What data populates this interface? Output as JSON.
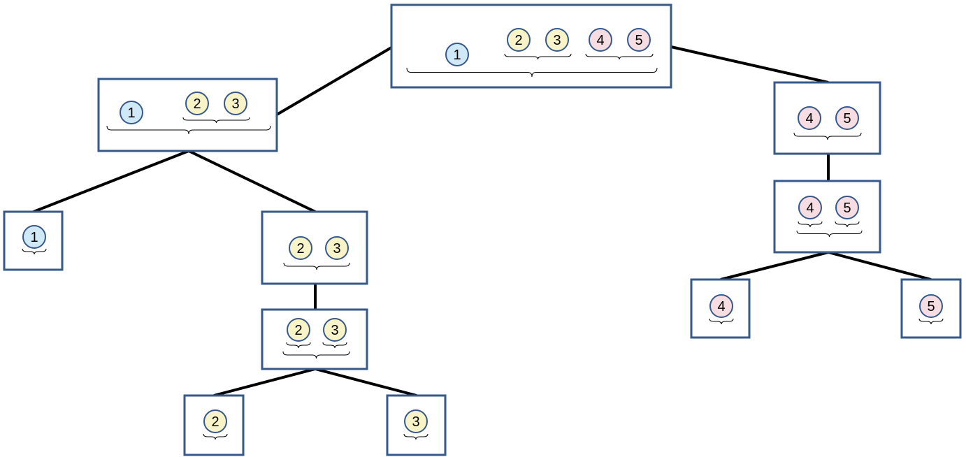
{
  "colors": {
    "box_stroke": "#36588a",
    "edge": "#000000",
    "group_a": "#cfe9f7",
    "group_b": "#f9f4c8",
    "group_c": "#f5dde1"
  },
  "leaves": [
    {
      "label": "1",
      "group": "group_a"
    },
    {
      "label": "2",
      "group": "group_b"
    },
    {
      "label": "3",
      "group": "group_b"
    },
    {
      "label": "4",
      "group": "group_c"
    },
    {
      "label": "5",
      "group": "group_c"
    }
  ],
  "nodes": [
    {
      "id": "root",
      "leaves": [
        0,
        1,
        2,
        3,
        4
      ]
    },
    {
      "id": "n123",
      "leaves": [
        0,
        1,
        2
      ]
    },
    {
      "id": "n45",
      "leaves": [
        3,
        4
      ]
    },
    {
      "id": "n1",
      "leaves": [
        0
      ]
    },
    {
      "id": "n23",
      "leaves": [
        1,
        2
      ]
    },
    {
      "id": "n45b",
      "leaves": [
        3,
        4
      ]
    },
    {
      "id": "n23b",
      "leaves": [
        1,
        2
      ]
    },
    {
      "id": "n4",
      "leaves": [
        3
      ]
    },
    {
      "id": "n5",
      "leaves": [
        4
      ]
    },
    {
      "id": "n2",
      "leaves": [
        1
      ]
    },
    {
      "id": "n3",
      "leaves": [
        2
      ]
    }
  ],
  "edges": [
    [
      "root",
      "n123"
    ],
    [
      "root",
      "n45"
    ],
    [
      "n123",
      "n1"
    ],
    [
      "n123",
      "n23"
    ],
    [
      "n23",
      "n23b"
    ],
    [
      "n23b",
      "n2"
    ],
    [
      "n23b",
      "n3"
    ],
    [
      "n45",
      "n45b"
    ],
    [
      "n45b",
      "n4"
    ],
    [
      "n45b",
      "n5"
    ]
  ]
}
